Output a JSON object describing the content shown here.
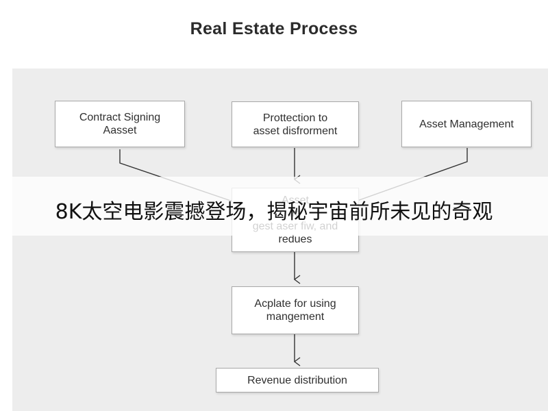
{
  "title": "Real Estate Process",
  "nodes": {
    "contract_signing": "Contract Signing\nAasset",
    "protection": "Prottection to\nasset disfrorment",
    "asset_management": "Asset Management",
    "middle": "Asset\nim\ngest aser fiw, and\nredues",
    "acplate": "Acplate for using\nmangement",
    "revenue": "Revenue distribution"
  },
  "overlay_caption": "8K太空电影震撼登场，揭秘宇宙前所未见的奇观",
  "colors": {
    "panel": "#ededed",
    "box_border": "#a8a8a8",
    "arrow": "#333333"
  }
}
